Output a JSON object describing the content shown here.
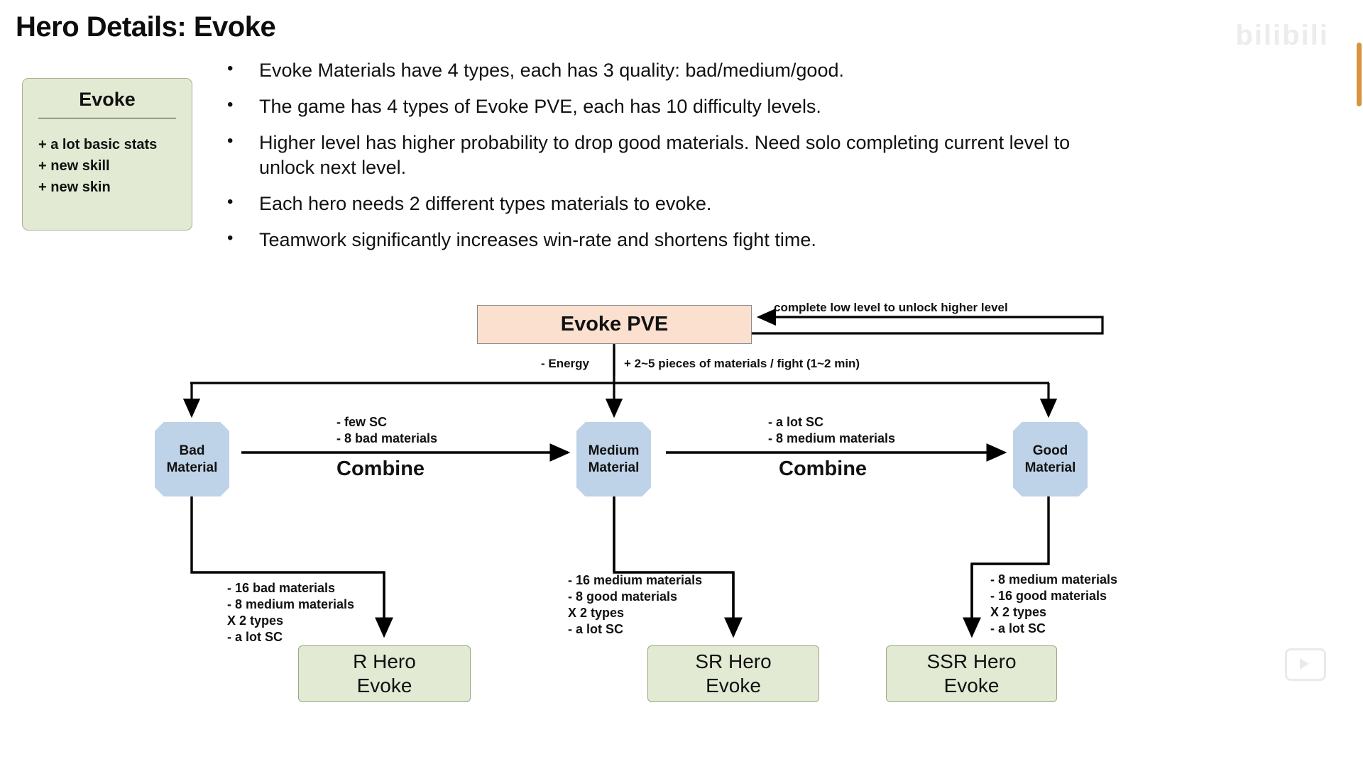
{
  "page_title": "Hero Details: Evoke",
  "evoke_card": {
    "title": "Evoke",
    "items": [
      "+ a lot basic stats",
      "+ new skill",
      "+ new skin"
    ]
  },
  "bullets": [
    "Evoke Materials have 4 types, each has 3 quality: bad/medium/good.",
    "The game has 4 types of Evoke PVE, each has 10 difficulty levels.",
    "Higher level has higher probability to drop good materials. Need solo completing current level to unlock next level.",
    "Each hero needs 2 different types materials to evoke.",
    "Teamwork significantly increases win-rate and shortens fight time."
  ],
  "diagram": {
    "evoke_pve": "Evoke PVE",
    "unlock_note": "complete low level to unlock higher level",
    "energy_cost": "- Energy",
    "drop_note": "+ 2~5 pieces of materials / fight (1~2 min)",
    "materials": {
      "bad": "Bad\nMaterial",
      "medium": "Medium\nMaterial",
      "good": "Good\nMaterial"
    },
    "combine_left": {
      "cost": "- few SC\n- 8 bad materials",
      "action": "Combine"
    },
    "combine_right": {
      "cost": "- a lot SC\n- 8 medium materials",
      "action": "Combine"
    },
    "r_hero_cost": "- 16 bad materials\n- 8 medium materials\nX 2 types\n- a lot SC",
    "sr_hero_cost": "- 16 medium materials\n- 8 good materials\nX 2 types\n- a lot SC",
    "ssr_hero_cost": "- 8 medium materials\n- 16 good materials\nX 2 types\n- a lot SC",
    "r_hero": "R Hero\nEvoke",
    "sr_hero": "SR Hero\nEvoke",
    "ssr_hero": "SSR Hero\nEvoke"
  },
  "watermark": {
    "brand": "bilibili"
  },
  "colors": {
    "pve_fill": "#fbe0d0",
    "material_fill": "#bfd3e8",
    "hero_fill": "#e2ead3",
    "card_fill": "#e2ead3",
    "text": "#111111"
  }
}
